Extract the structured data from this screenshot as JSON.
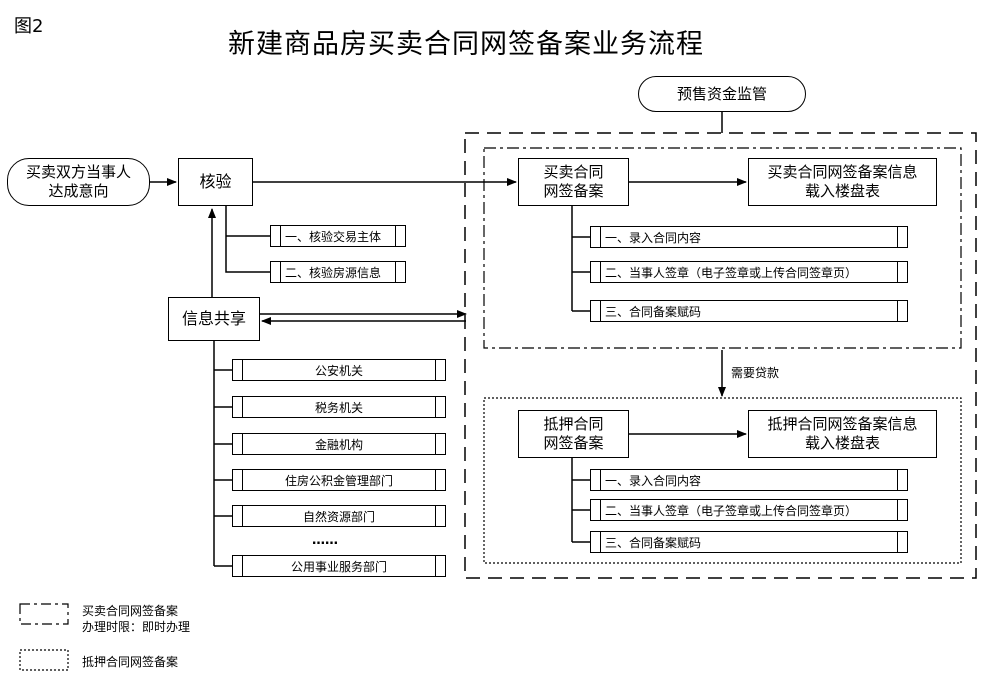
{
  "figure_label": "图2",
  "title": "新建商品房买卖合同网签备案业务流程",
  "nodes": {
    "parties_intent": "买卖双方当事人\n达成意向",
    "verify": "核验",
    "presale_supervision": "预售资金监管",
    "sales_contract": "买卖合同\n网签备案",
    "sales_contract_load": "买卖合同网签备案信息\n载入楼盘表",
    "info_sharing": "信息共享",
    "mortgage_contract": "抵押合同\n网签备案",
    "mortgage_contract_load": "抵押合同网签备案信息\n载入楼盘表"
  },
  "verify_steps": [
    "一、核验交易主体",
    "二、核验房源信息"
  ],
  "sales_steps": [
    "一、录入合同内容",
    "二、当事人签章（电子签章或上传合同签章页）",
    "三、合同备案赋码"
  ],
  "mortgage_steps": [
    "一、录入合同内容",
    "二、当事人签章（电子签章或上传合同签章页）",
    "三、合同备案赋码"
  ],
  "sharing_depts": [
    "公安机关",
    "税务机关",
    "金融机构",
    "住房公积金管理部门",
    "自然资源部门",
    "公用事业服务部门"
  ],
  "ellipsis": "……",
  "loan_label": "需要贷款",
  "legend": {
    "dashdot_line1": "买卖合同网签备案",
    "dashdot_line2": "办理时限：即时办理",
    "dotted": "抵押合同网签备案"
  }
}
